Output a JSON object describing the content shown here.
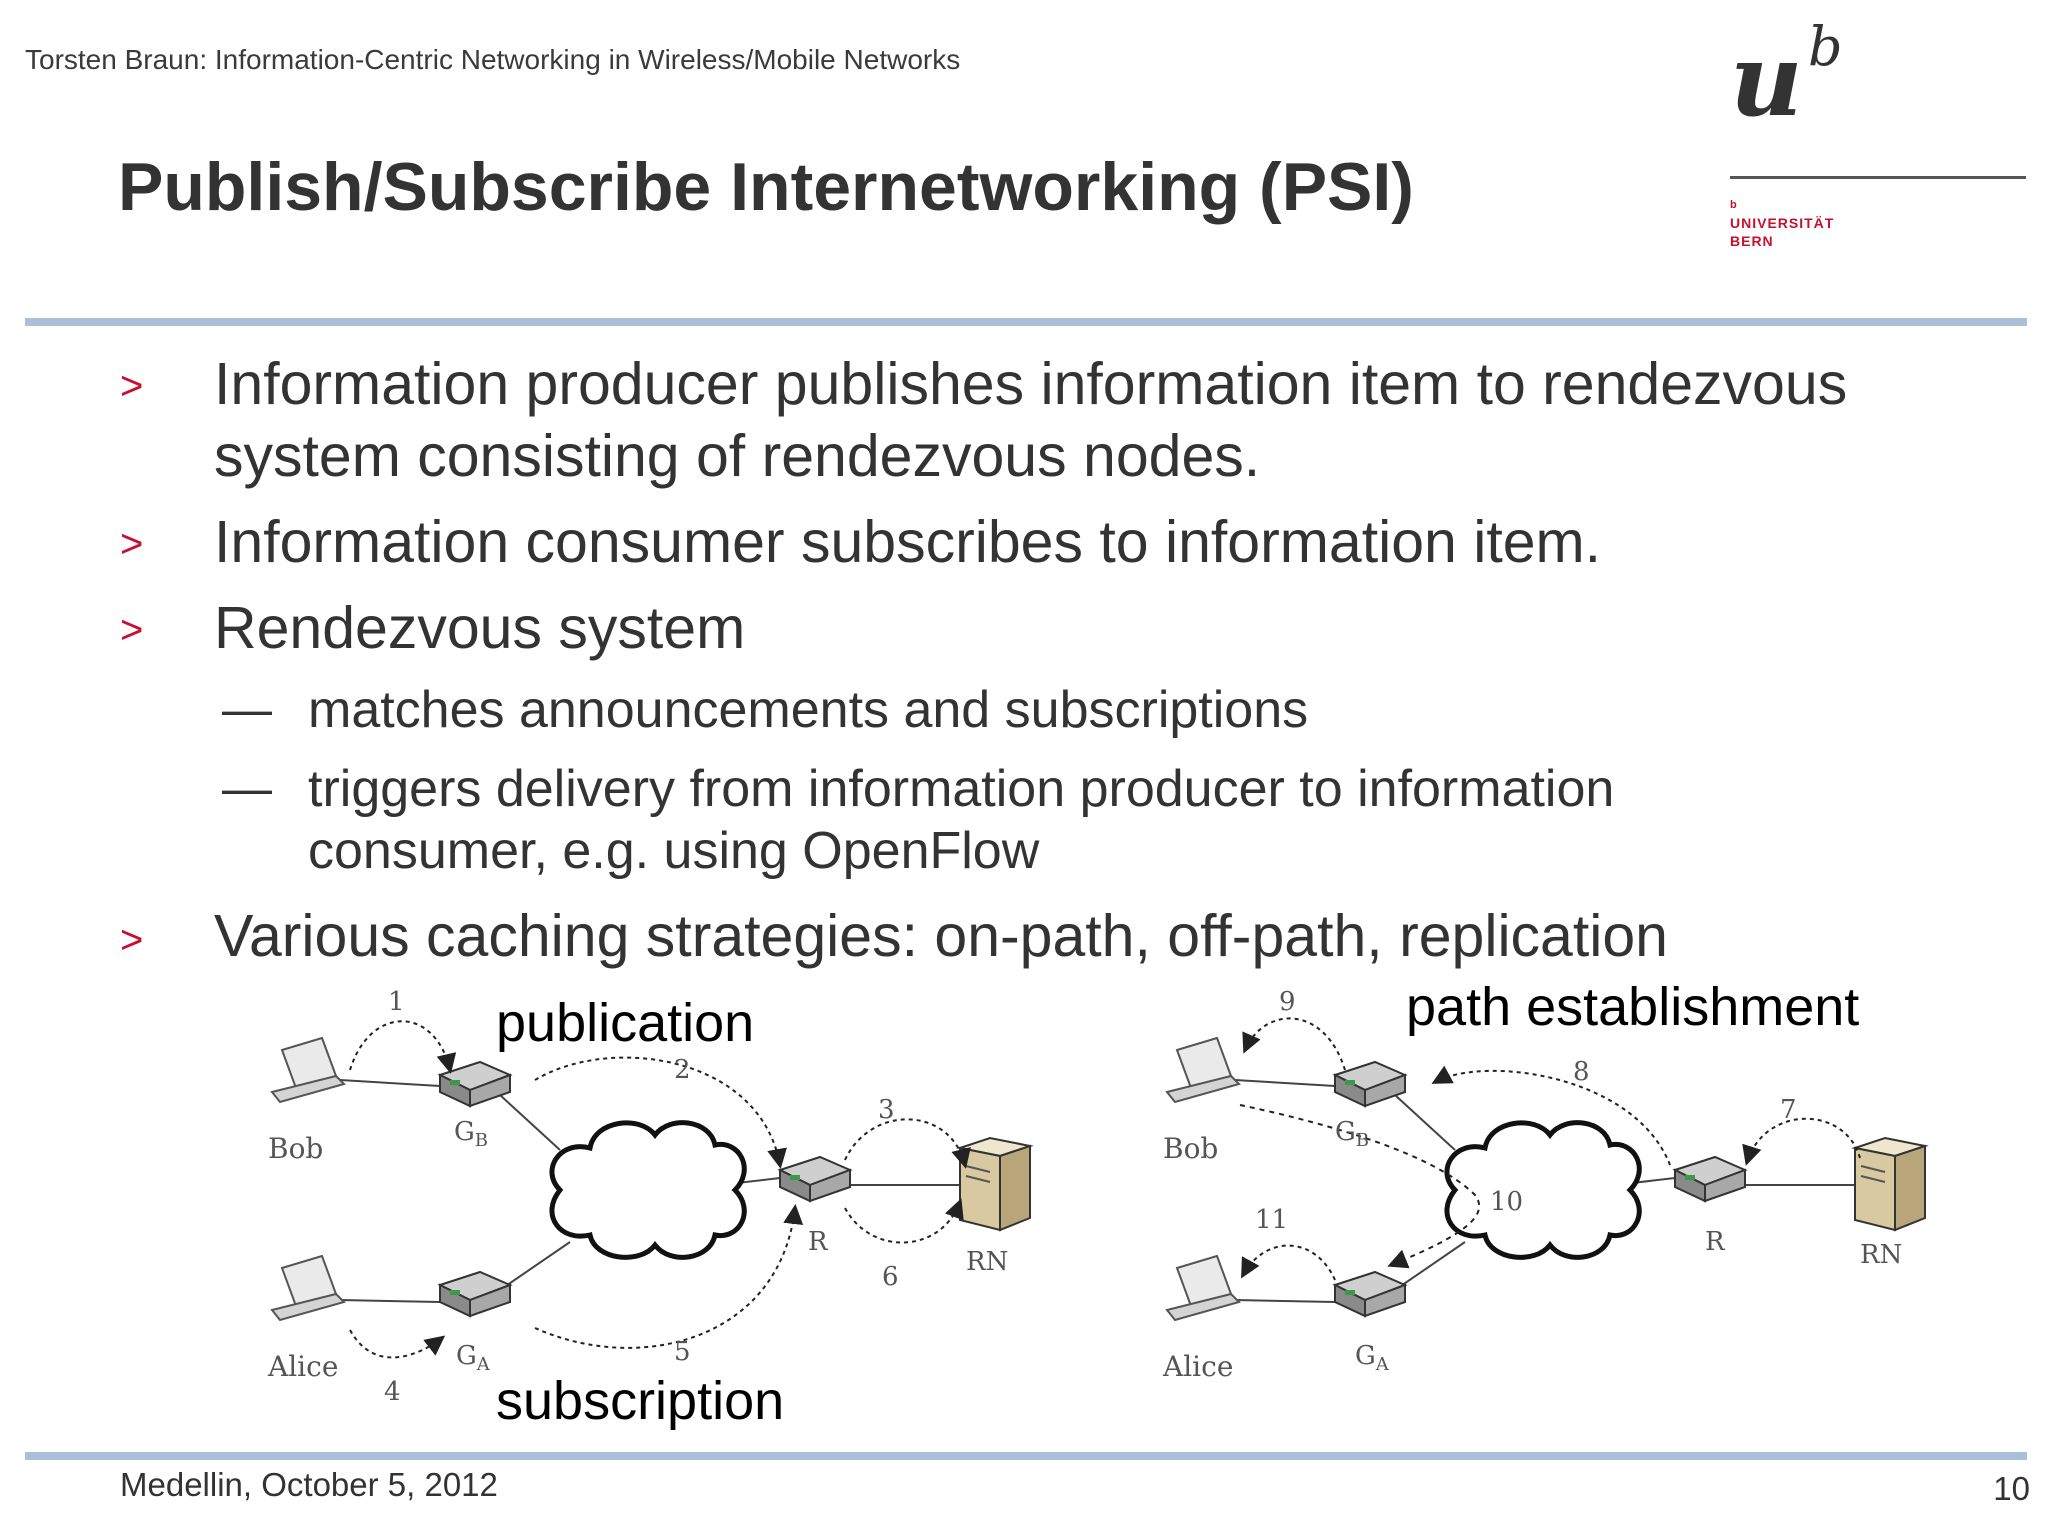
{
  "header": {
    "text": "Torsten Braun: Information-Centric Networking in Wireless/Mobile Networks"
  },
  "title": "Publish/Subscribe Internetworking (PSI)",
  "logo": {
    "letter": "u",
    "superscript": "b",
    "univ_lines": [
      "b",
      "UNIVERSITÄT",
      "BERN"
    ]
  },
  "bullets": [
    {
      "marker": ">",
      "lines": [
        "Information producer publishes information item to rendezvous",
        "system consisting of rendezvous nodes."
      ]
    },
    {
      "marker": ">",
      "lines": [
        "Information consumer subscribes to information item."
      ]
    },
    {
      "marker": ">",
      "lines": [
        "Rendezvous system"
      ]
    },
    {
      "marker": ">",
      "lines": [
        "Various caching strategies: on-path, off-path, replication"
      ]
    }
  ],
  "sub_bullets": [
    {
      "marker": "—",
      "lines": [
        "matches announcements and subscriptions"
      ]
    },
    {
      "marker": "—",
      "lines": [
        "triggers delivery from information producer to information",
        "consumer, e.g. using OpenFlow"
      ]
    }
  ],
  "diagram_left": {
    "label_top": "publication",
    "label_bottom": "subscription",
    "nodes": {
      "bob": "Bob",
      "alice": "Alice",
      "gb": "G",
      "gb_sub": "B",
      "ga": "G",
      "ga_sub": "A",
      "r": "R",
      "rn": "RN"
    },
    "steps": [
      "1",
      "2",
      "3",
      "4",
      "5",
      "6"
    ]
  },
  "diagram_right": {
    "label_top": "path establishment",
    "nodes": {
      "bob": "Bob",
      "alice": "Alice",
      "gb": "G",
      "gb_sub": "B",
      "ga": "G",
      "ga_sub": "A",
      "r": "R",
      "rn": "RN"
    },
    "steps": [
      "7",
      "8",
      "9",
      "10",
      "11"
    ]
  },
  "footer": {
    "left": "Medellin, October 5, 2012",
    "page": "10"
  },
  "colors": {
    "accent_red": "#c8102e",
    "rule_blue": "#a9c0d8",
    "text": "#333333"
  }
}
